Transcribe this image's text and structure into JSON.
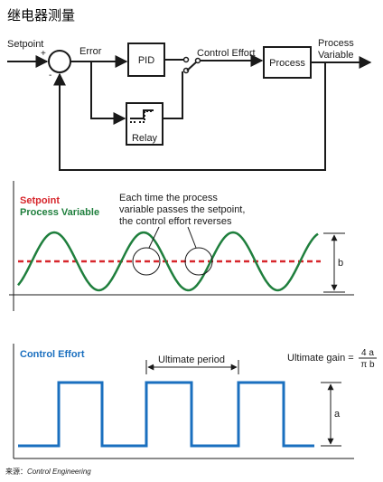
{
  "title": "继电器测量",
  "block_diagram": {
    "setpoint": "Setpoint",
    "plus": "+",
    "minus": "-",
    "error": "Error",
    "pid": "PID",
    "relay": "Relay",
    "control_effort": "Control Effort",
    "process": "Process",
    "process_variable_line1": "Process",
    "process_variable_line2": "Variable"
  },
  "oscillation_chart": {
    "legend_setpoint": "Setpoint",
    "legend_process_variable": "Process Variable",
    "annotation_line1": "Each time the process",
    "annotation_line2": "variable passes the setpoint,",
    "annotation_line3": "the control effort reverses",
    "amplitude_label": "b",
    "colors": {
      "setpoint": "#d7262c",
      "process_variable": "#1f7f3d"
    }
  },
  "effort_chart": {
    "legend": "Control Effort",
    "ultimate_period": "Ultimate period",
    "gain_prefix": "Ultimate gain =",
    "gain_numerator": "4 a",
    "gain_denominator": "π b",
    "amplitude_label": "a",
    "color": "#1a6fbf"
  },
  "source_label": "来源：",
  "source_name": "Control Engineering"
}
